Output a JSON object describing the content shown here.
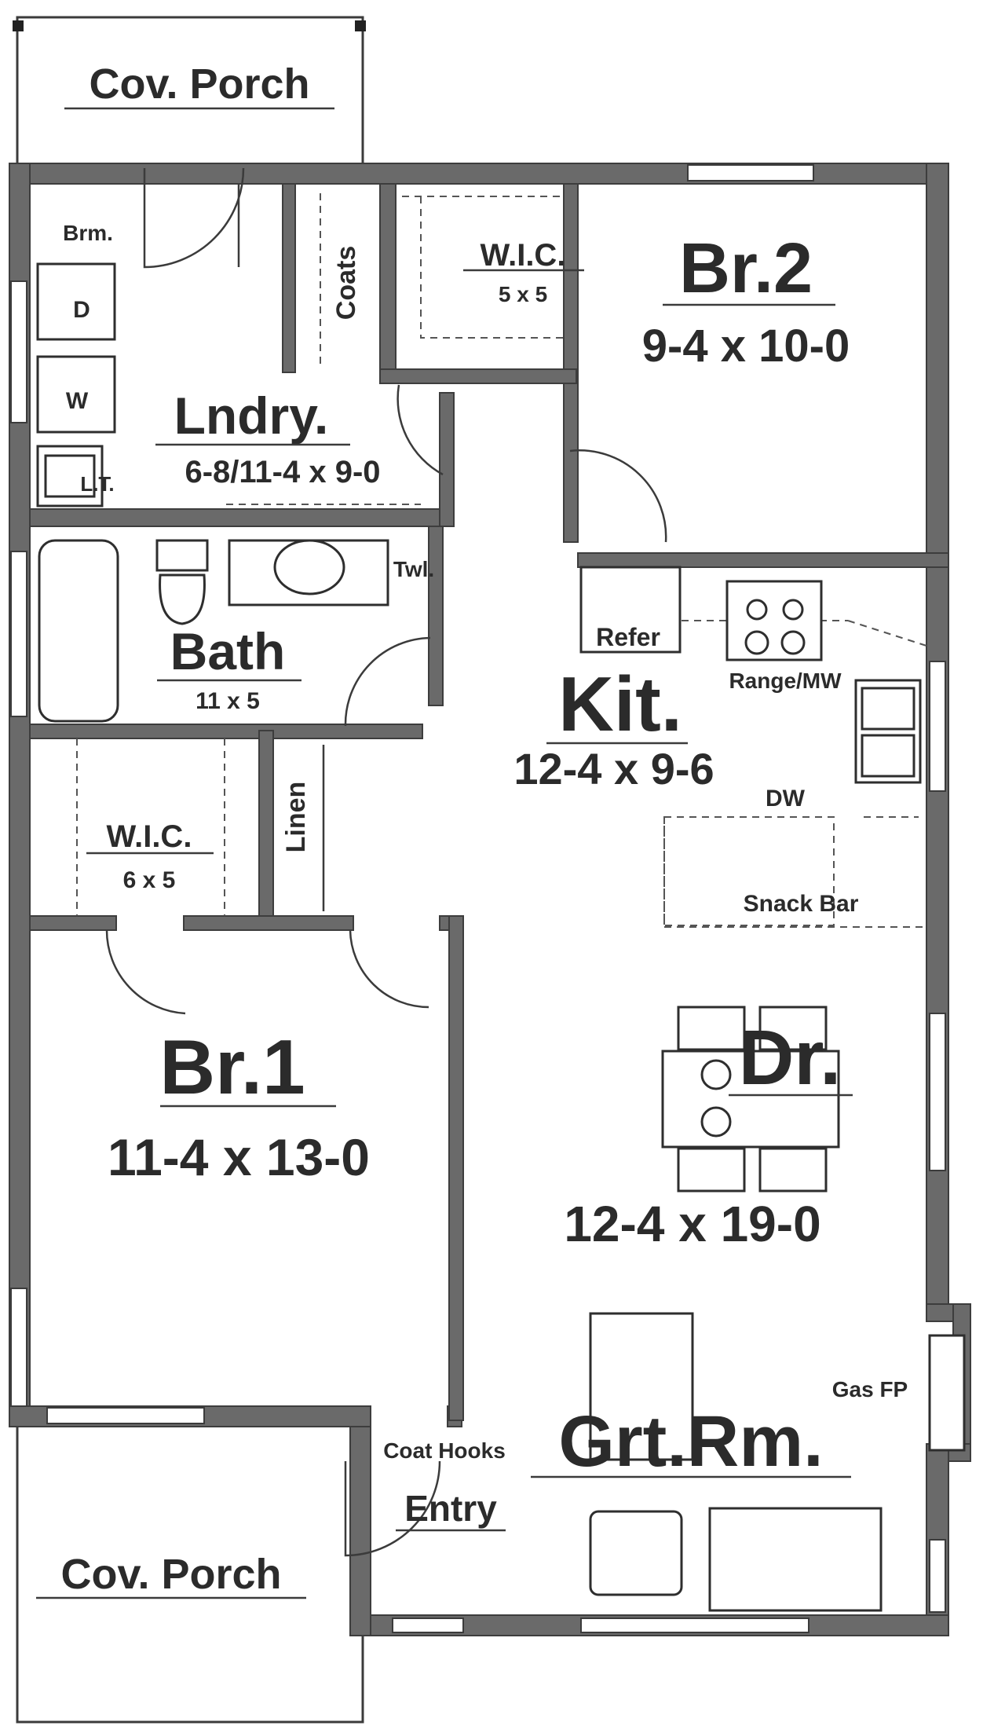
{
  "rooms": {
    "porch_top": {
      "name": "Cov. Porch"
    },
    "brm": {
      "name": "Brm."
    },
    "dryer": {
      "name": "D"
    },
    "washer": {
      "name": "W"
    },
    "laundry_tub": {
      "name": "L.T."
    },
    "coats": {
      "name": "Coats"
    },
    "laundry": {
      "name": "Lndry.",
      "dims": "6-8/11-4 x 9-0"
    },
    "wic_br2": {
      "name": "W.I.C.",
      "dims": "5 x 5"
    },
    "bedroom2": {
      "name": "Br.2",
      "dims": "9-4 x 10-0"
    },
    "towel": {
      "name": "Twl."
    },
    "bath": {
      "name": "Bath",
      "dims": "11 x 5"
    },
    "wic_br1": {
      "name": "W.I.C.",
      "dims": "6 x 5"
    },
    "linen": {
      "name": "Linen"
    },
    "bedroom1": {
      "name": "Br.1",
      "dims": "11-4 x 13-0"
    },
    "refer": {
      "name": "Refer"
    },
    "range": {
      "name": "Range/MW"
    },
    "kitchen": {
      "name": "Kit.",
      "dims": "12-4 x 9-6"
    },
    "dw": {
      "name": "DW"
    },
    "snack_bar": {
      "name": "Snack Bar"
    },
    "dining": {
      "name": "Dr.",
      "dims": "12-4 x 19-0"
    },
    "gas_fp": {
      "name": "Gas FP"
    },
    "coat_hooks": {
      "name": "Coat Hooks"
    },
    "great_room": {
      "name": "Grt.Rm."
    },
    "entry": {
      "name": "Entry"
    },
    "porch_bottom": {
      "name": "Cov. Porch"
    }
  },
  "colors": {
    "wall": "#6a6a6a",
    "line": "#3b3b3b",
    "text": "#2b2b2b",
    "background": "#ffffff"
  }
}
